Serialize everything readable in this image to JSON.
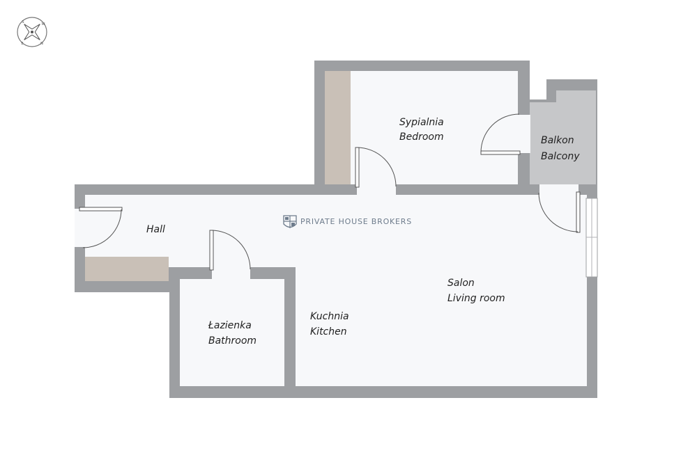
{
  "brand": {
    "name": "PRIVATE HOUSE BROKERS"
  },
  "compass": {
    "letters": [
      "S",
      "W",
      "E",
      "N"
    ]
  },
  "rooms": {
    "bedroom": {
      "line1": "Sypialnia",
      "line2": "Bedroom"
    },
    "balcony": {
      "line1": "Balkon",
      "line2": "Balcony"
    },
    "hall": {
      "line1": "Hall"
    },
    "living": {
      "line1": "Salon",
      "line2": "Living room"
    },
    "kitchen": {
      "line1": "Kuchnia",
      "line2": "Kitchen"
    },
    "bathroom": {
      "line1": "Łazienka",
      "line2": "Bathroom"
    }
  },
  "colors": {
    "wall": "#9d9fa2",
    "floor": "#f7f8fa",
    "furniture": "#c9c0b7",
    "balcony": "#c6c7c9",
    "brand": "#6e7c8c"
  }
}
